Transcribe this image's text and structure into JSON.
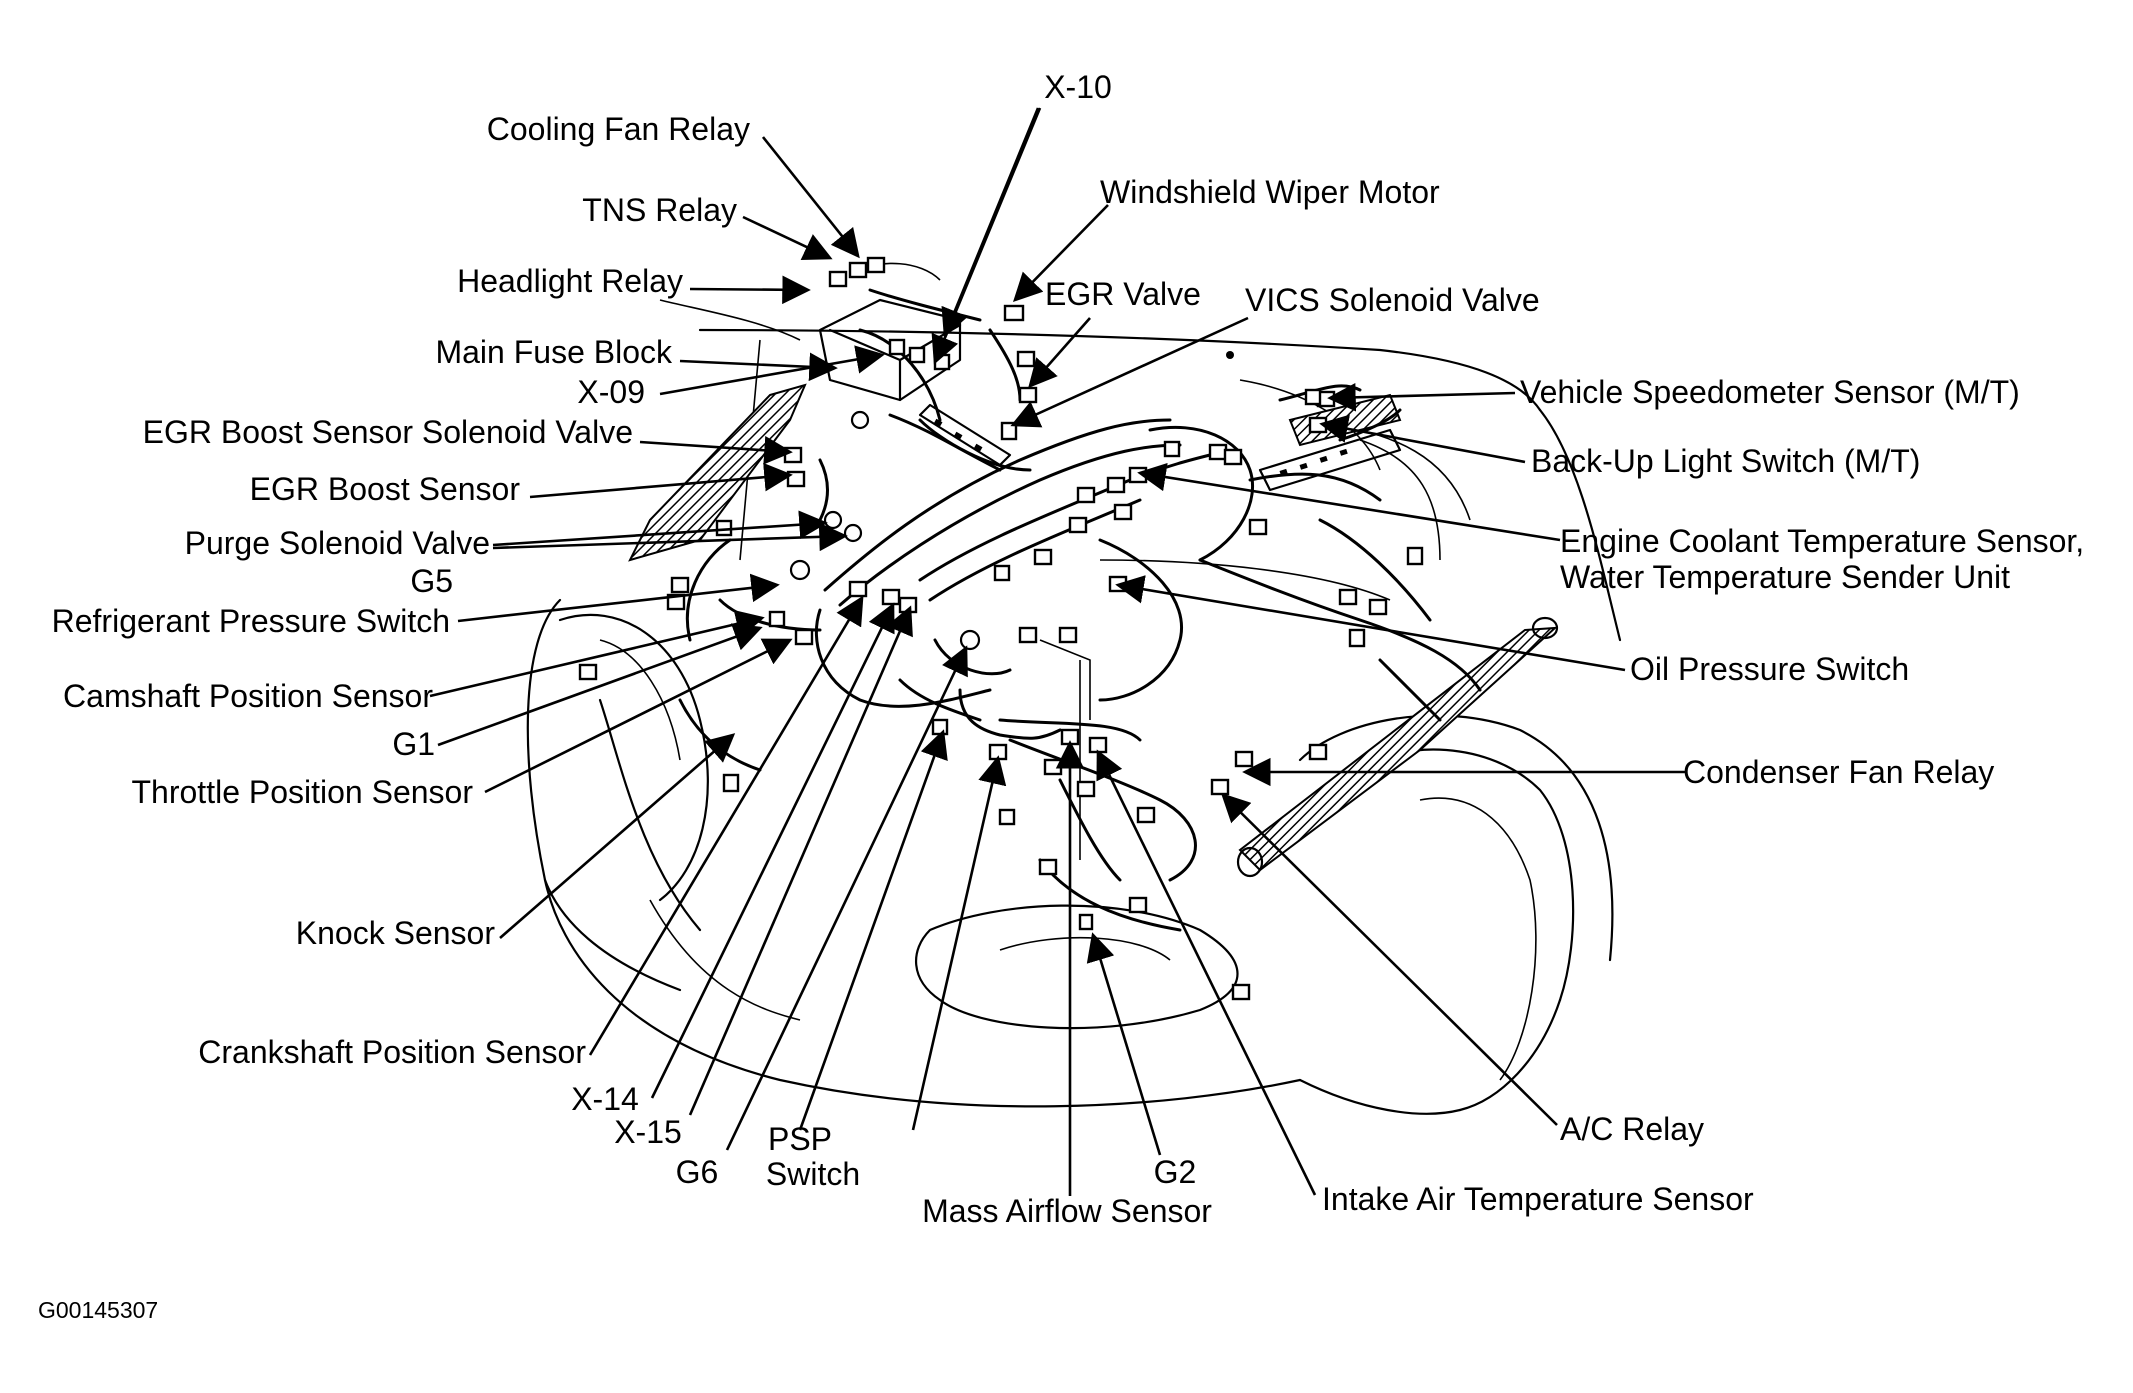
{
  "figure_code": "G00145307",
  "labels": {
    "x10": "X-10",
    "cooling_fan_relay": "Cooling Fan Relay",
    "windshield_wiper_motor": "Windshield Wiper Motor",
    "tns_relay": "TNS Relay",
    "headlight_relay": "Headlight Relay",
    "egr_valve": "EGR Valve",
    "vics_solenoid_valve": "VICS Solenoid Valve",
    "main_fuse_block": "Main Fuse Block",
    "x09": "X-09",
    "vehicle_speedometer_sensor": "Vehicle Speedometer Sensor (M/T)",
    "egr_boost_sensor_solenoid_valve": "EGR Boost Sensor Solenoid Valve",
    "back_up_light_switch": "Back-Up Light Switch (M/T)",
    "egr_boost_sensor": "EGR Boost Sensor",
    "purge_solenoid_valve": "Purge Solenoid Valve",
    "engine_coolant_temp_sensor_line1": "Engine Coolant Temperature Sensor,",
    "engine_coolant_temp_sensor_line2": "Water Temperature Sender Unit",
    "g5": "G5",
    "refrigerant_pressure_switch": "Refrigerant Pressure Switch",
    "oil_pressure_switch": "Oil Pressure Switch",
    "camshaft_position_sensor": "Camshaft Position Sensor",
    "g1": "G1",
    "condenser_fan_relay": "Condenser Fan Relay",
    "throttle_position_sensor": "Throttle Position Sensor",
    "knock_sensor": "Knock Sensor",
    "crankshaft_position_sensor": "Crankshaft Position Sensor",
    "x14": "X-14",
    "x15": "X-15",
    "a_c_relay": "A/C Relay",
    "psp_switch_line1": "PSP",
    "psp_switch_line2": "Switch",
    "g6": "G6",
    "g2": "G2",
    "intake_air_temp_sensor": "Intake Air Temperature Sensor",
    "mass_airflow_sensor": "Mass Airflow Sensor"
  }
}
